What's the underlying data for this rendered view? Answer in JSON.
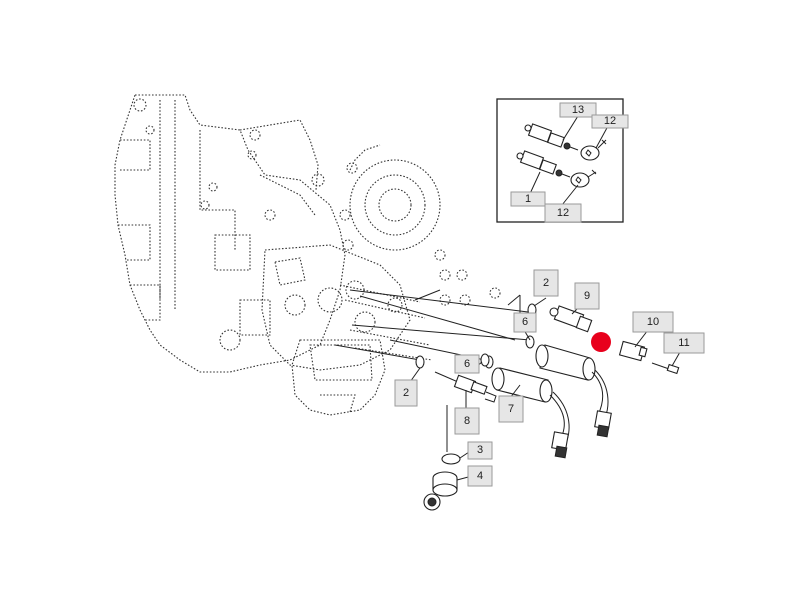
{
  "callouts": [
    {
      "id": "c1",
      "label": "1"
    },
    {
      "id": "c12a",
      "label": "12"
    },
    {
      "id": "c13",
      "label": "13"
    },
    {
      "id": "c12b",
      "label": "12"
    },
    {
      "id": "c2a",
      "label": "2"
    },
    {
      "id": "c9",
      "label": "9"
    },
    {
      "id": "c10",
      "label": "10"
    },
    {
      "id": "c11",
      "label": "11"
    },
    {
      "id": "c6a",
      "label": "6"
    },
    {
      "id": "c6b",
      "label": "6"
    },
    {
      "id": "c2b",
      "label": "2"
    },
    {
      "id": "c7",
      "label": "7"
    },
    {
      "id": "c8",
      "label": "8"
    },
    {
      "id": "c3",
      "label": "3"
    },
    {
      "id": "c4",
      "label": "4"
    }
  ],
  "highlight_color": "#e8001c"
}
